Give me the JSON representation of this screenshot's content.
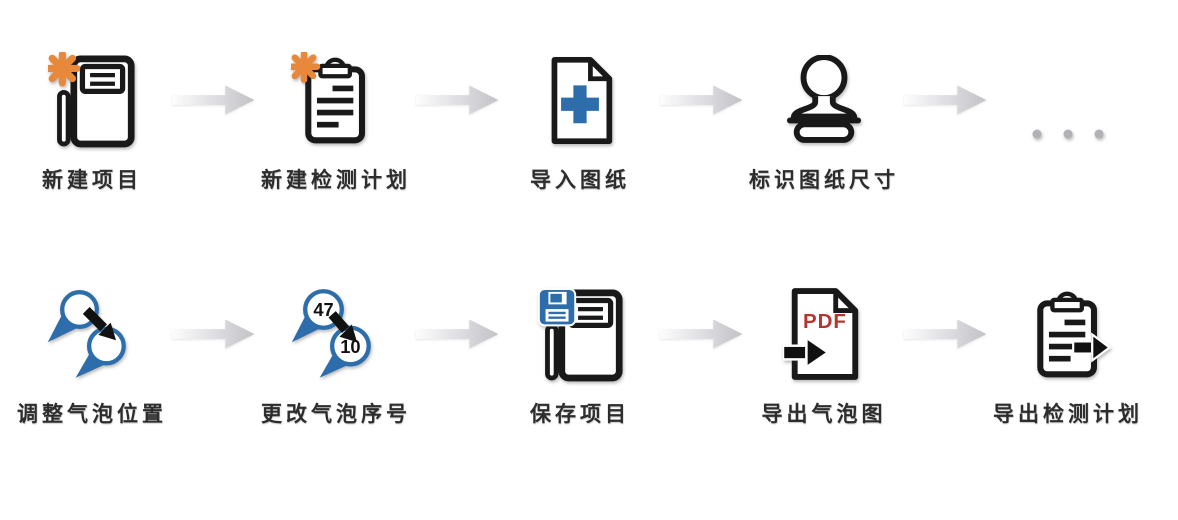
{
  "diagram": {
    "type": "workflow",
    "background": "#ffffff"
  },
  "colors": {
    "icon_outline": "#191919",
    "accent_orange": "#e8883a",
    "accent_blue": "#2e6dab",
    "pdf_red": "#b5352f",
    "arrow_gray_start": "#fdfdfd",
    "arrow_gray_end": "#c2c2c7",
    "dots_gray": "#b2b2b6",
    "label_color": "#2d2d2d"
  },
  "workflow": {
    "rows": [
      {
        "name": "row-1",
        "steps": [
          {
            "label": "新建项目",
            "icon": "new-project-notebook-icon"
          },
          {
            "label": "新建检测计划",
            "icon": "new-inspection-plan-clipboard-icon"
          },
          {
            "label": "导入图纸",
            "icon": "import-drawing-document-plus-icon"
          },
          {
            "label": "标识图纸尺寸",
            "icon": "mark-drawing-size-stamp-icon"
          },
          {
            "label": "",
            "icon": "ellipsis-icon"
          }
        ]
      },
      {
        "name": "row-2",
        "steps": [
          {
            "label": "调整气泡位置",
            "icon": "adjust-bubble-position-icon"
          },
          {
            "label": "更改气泡序号",
            "icon": "change-bubble-number-icon",
            "numbers": {
              "from": "47",
              "to": "10"
            }
          },
          {
            "label": "保存项目",
            "icon": "save-project-notebook-floppy-icon"
          },
          {
            "label": "导出气泡图",
            "icon": "export-bubble-drawing-pdf-icon",
            "file_type": "PDF"
          },
          {
            "label": "导出检测计划",
            "icon": "export-inspection-plan-clipboard-icon"
          }
        ]
      }
    ]
  }
}
